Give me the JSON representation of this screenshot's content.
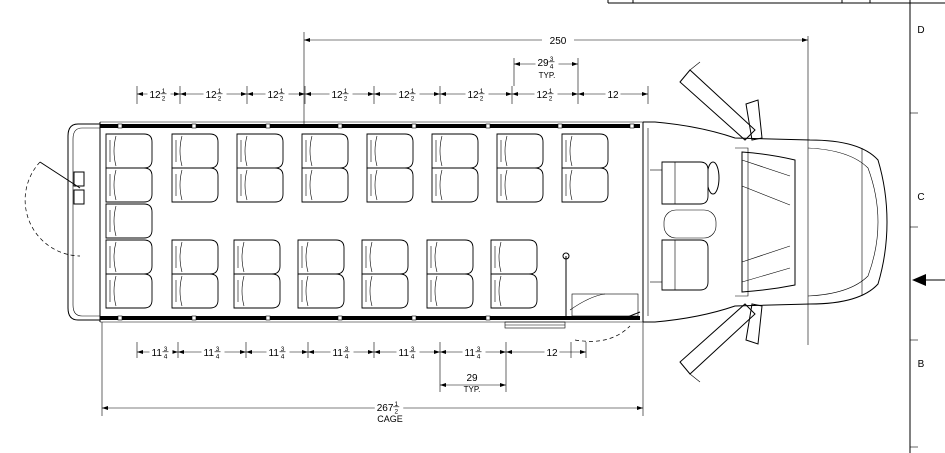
{
  "sheet": {
    "zones": [
      "D",
      "C",
      "B"
    ]
  },
  "dimensions": {
    "overall_top": "250",
    "seat_spacing_typ": {
      "whole": "29",
      "num": "3",
      "den": "4",
      "note": "TYP."
    },
    "top_spacings": [
      {
        "whole": "12",
        "num": "1",
        "den": "2"
      },
      {
        "whole": "12",
        "num": "1",
        "den": "2"
      },
      {
        "whole": "12",
        "num": "1",
        "den": "2"
      },
      {
        "whole": "12",
        "num": "1",
        "den": "2"
      },
      {
        "whole": "12",
        "num": "1",
        "den": "2"
      },
      {
        "whole": "12",
        "num": "1",
        "den": "2"
      },
      {
        "whole": "12",
        "num": "1",
        "den": "2"
      },
      {
        "whole": "12",
        "num": "",
        "den": ""
      }
    ],
    "bottom_spacings": [
      {
        "whole": "11",
        "num": "3",
        "den": "4"
      },
      {
        "whole": "11",
        "num": "3",
        "den": "4"
      },
      {
        "whole": "11",
        "num": "3",
        "den": "4"
      },
      {
        "whole": "11",
        "num": "3",
        "den": "4"
      },
      {
        "whole": "11",
        "num": "3",
        "den": "4"
      },
      {
        "whole": "11",
        "num": "3",
        "den": "4"
      },
      {
        "whole": "12",
        "num": "",
        "den": ""
      }
    ],
    "bottom_spacing_typ": {
      "value": "29",
      "note": "TYP."
    },
    "cage_length": {
      "whole": "267",
      "num": "1",
      "den": "2",
      "label": "CAGE"
    }
  }
}
